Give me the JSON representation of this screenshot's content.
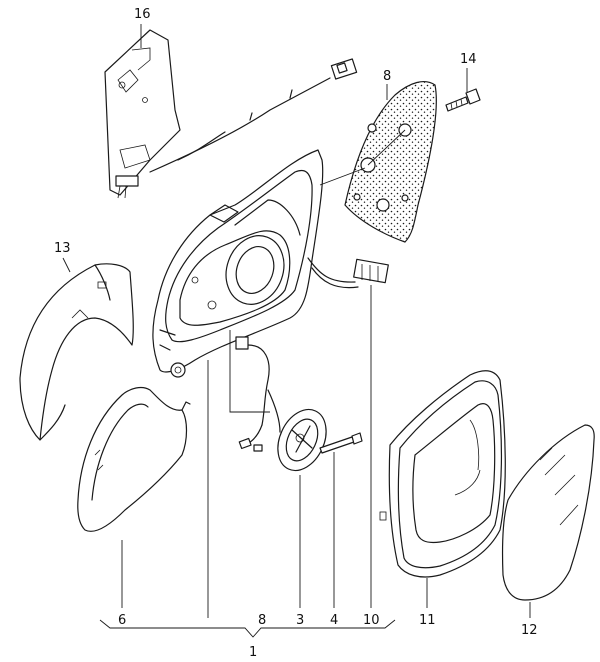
{
  "labels": {
    "l16": "16",
    "l14": "14",
    "l8top": "8",
    "l13": "13",
    "l6": "6",
    "l8bottom": "8",
    "l3": "3",
    "l4": "4",
    "l10": "10",
    "l11": "11",
    "l12": "12",
    "l1": "1"
  }
}
